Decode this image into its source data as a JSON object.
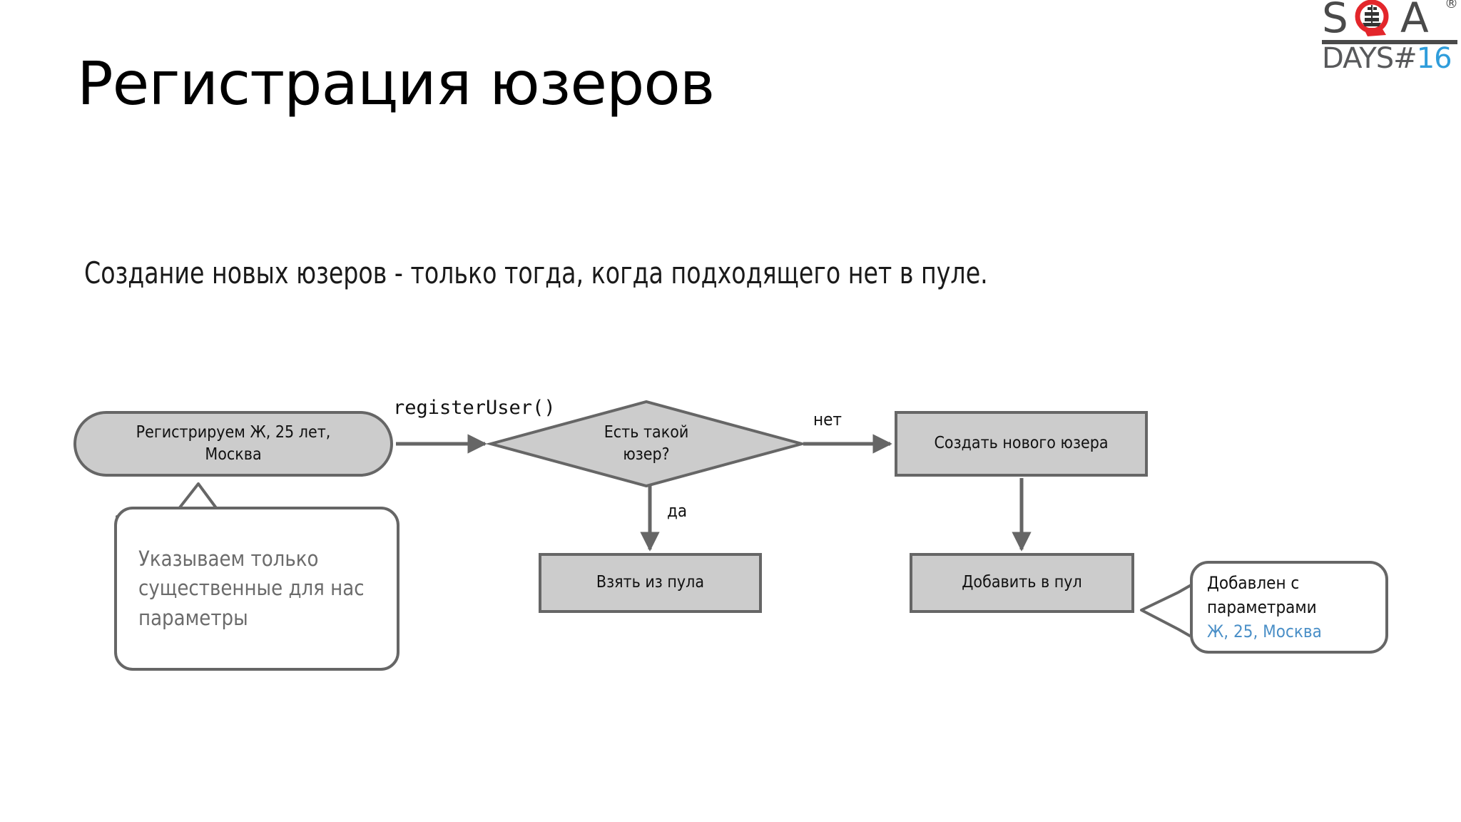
{
  "slide": {
    "title": "Регистрация юзеров",
    "subtitle": "Создание новых юзеров - только тогда, когда подходящего нет в пуле."
  },
  "logo": {
    "letter_s": "S",
    "letter_a": "A",
    "registered_mark": "®",
    "days_text": "DAYS#",
    "days_number": "16",
    "accent_blue": "#2f9ddb",
    "logo_gray": "#4a4a4a",
    "ship_red": "#e3262b"
  },
  "diagram": {
    "type": "flowchart",
    "node_fill": "#cccccc",
    "node_border": "#666666",
    "nodes": [
      {
        "id": "start",
        "shape": "stadium",
        "label_line1": "Регистрируем Ж, 25 лет,",
        "label_line2": "Москва"
      },
      {
        "id": "decision",
        "shape": "diamond",
        "label_line1": "Есть такой",
        "label_line2": "юзер?"
      },
      {
        "id": "pool",
        "shape": "rect",
        "label": "Взять из пула"
      },
      {
        "id": "create",
        "shape": "rect",
        "label": "Создать нового юзера"
      },
      {
        "id": "add",
        "shape": "rect",
        "label": "Добавить в пул"
      }
    ],
    "edges": [
      {
        "from": "start",
        "to": "decision",
        "label": "registerUser()"
      },
      {
        "from": "decision",
        "to": "create",
        "label": "нет"
      },
      {
        "from": "decision",
        "to": "pool",
        "label": "да"
      },
      {
        "from": "create",
        "to": "add",
        "label": ""
      }
    ],
    "callouts": [
      {
        "id": "left",
        "anchor": "start",
        "text": "Указываем только существенные для нас параметры",
        "color": "#6b6b6b"
      },
      {
        "id": "right",
        "anchor": "add",
        "line1": "Добавлен с",
        "line2": "параметрами",
        "line3": "Ж, 25, Москва",
        "highlight_color": "#4a8fc7"
      }
    ]
  }
}
